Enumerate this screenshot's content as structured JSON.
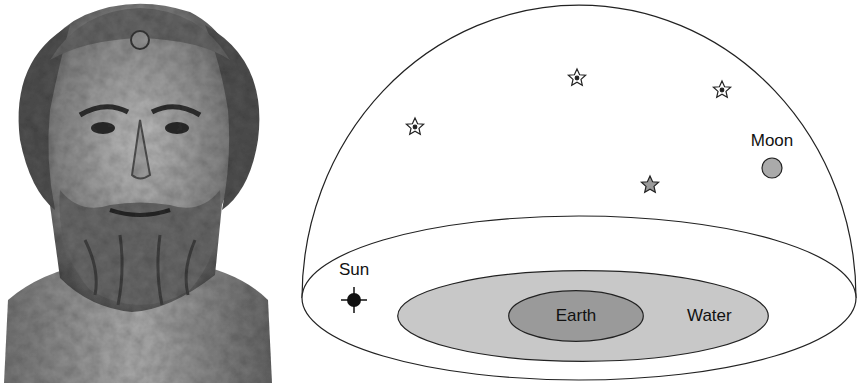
{
  "diagram": {
    "nodes": [
      {
        "text": [
          "Moon"
        ]
      },
      {
        "text": [
          "Sun"
        ]
      },
      {
        "text": [
          "Water"
        ]
      },
      {
        "text": [
          "Earth"
        ],
        "in": 2
      }
    ]
  }
}
